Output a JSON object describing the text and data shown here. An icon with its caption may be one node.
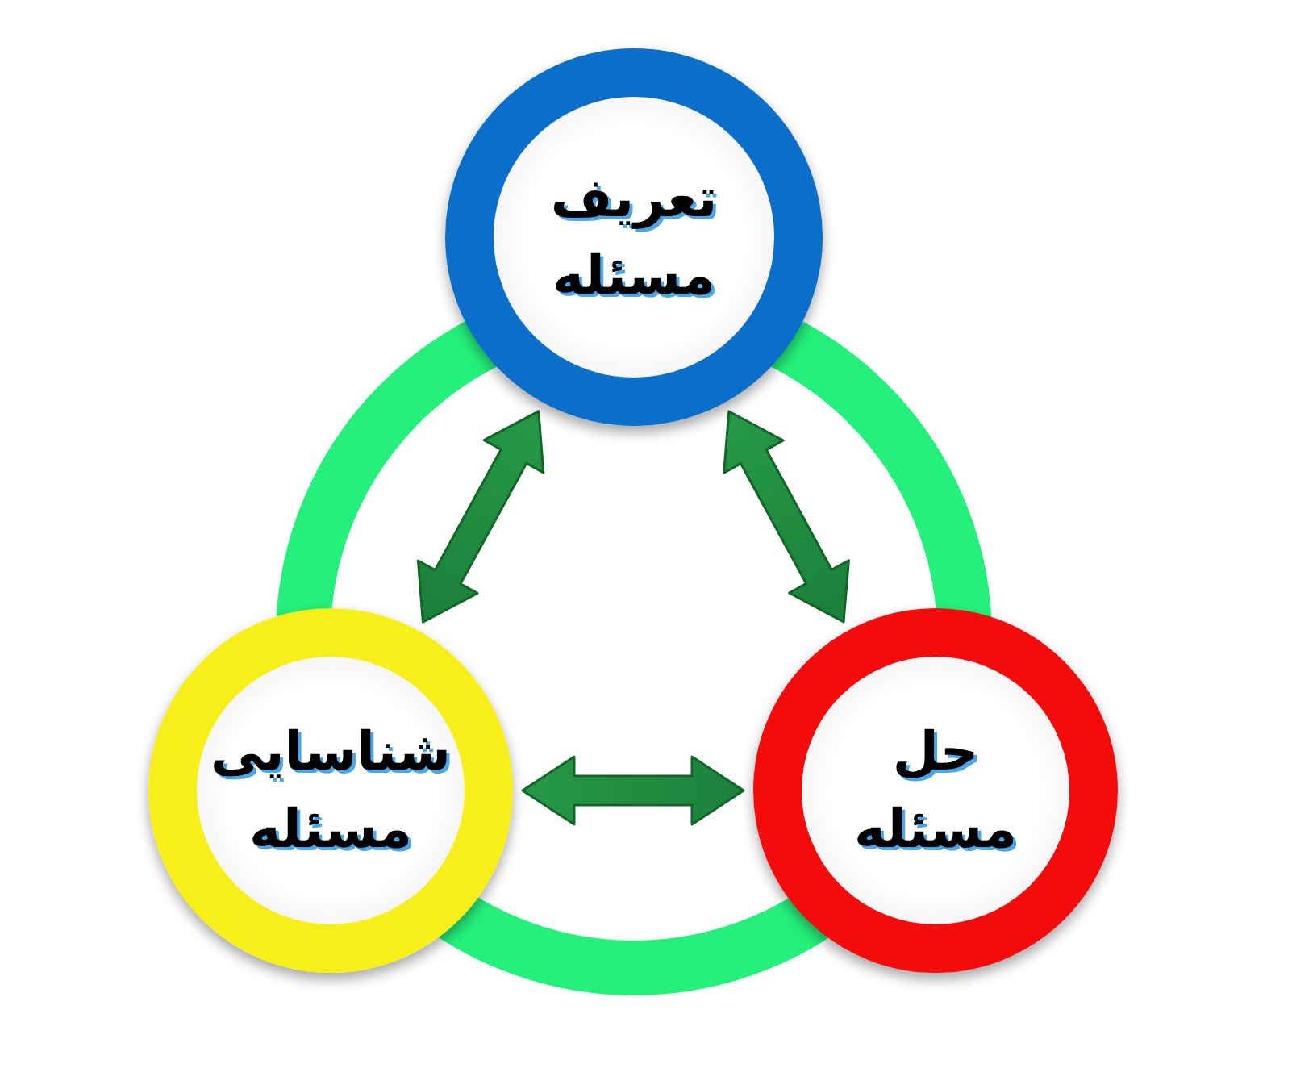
{
  "diagram": {
    "nodes": [
      {
        "text": [
          "تعریف مسئله"
        ]
      },
      {
        "text": [
          "شناسایی مسئله"
        ]
      },
      {
        "text": [
          "حل مسئله"
        ]
      }
    ],
    "edges": [
      {
        "from": 0,
        "to": 1,
        "arrow": "both"
      },
      {
        "from": 0,
        "to": 2,
        "arrow": "both"
      },
      {
        "from": 1,
        "to": 2,
        "arrow": "both"
      }
    ]
  }
}
